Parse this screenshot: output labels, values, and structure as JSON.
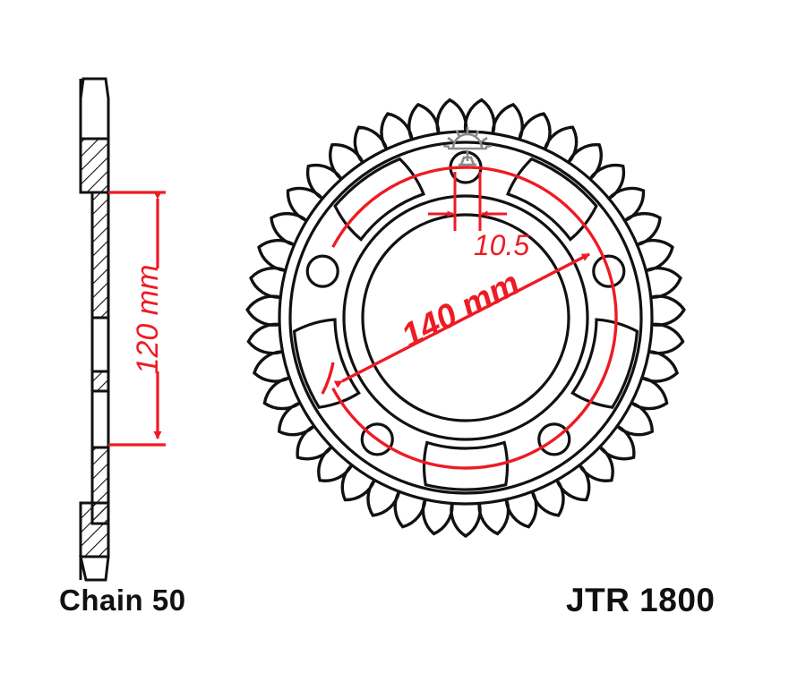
{
  "document": {
    "type": "technical-drawing",
    "subject": "motorcycle rear sprocket",
    "background_color": "#ffffff"
  },
  "labels": {
    "chain": "Chain 50",
    "part_number": "JTR 1800"
  },
  "dimensions": {
    "bore_center_distance": {
      "value": "120 mm",
      "color": "#ee1b24",
      "view": "side-section",
      "orientation": "vertical"
    },
    "bolt_circle": {
      "value": "140 mm",
      "color": "#ee1b24",
      "view": "face",
      "orientation": "diagonal"
    },
    "bolt_hole_diameter": {
      "value": "10.5",
      "color": "#ee1b24",
      "view": "face",
      "orientation": "horizontal"
    }
  },
  "geometry": {
    "teeth_count": 43,
    "bolt_hole_count": 5,
    "cutout_count": 5,
    "line_color": "#111111",
    "dimension_color": "#ee1b24",
    "callout_color": "#8a8a8a"
  },
  "views": {
    "side": {
      "name": "side-section-view"
    },
    "face": {
      "name": "face-view"
    }
  }
}
